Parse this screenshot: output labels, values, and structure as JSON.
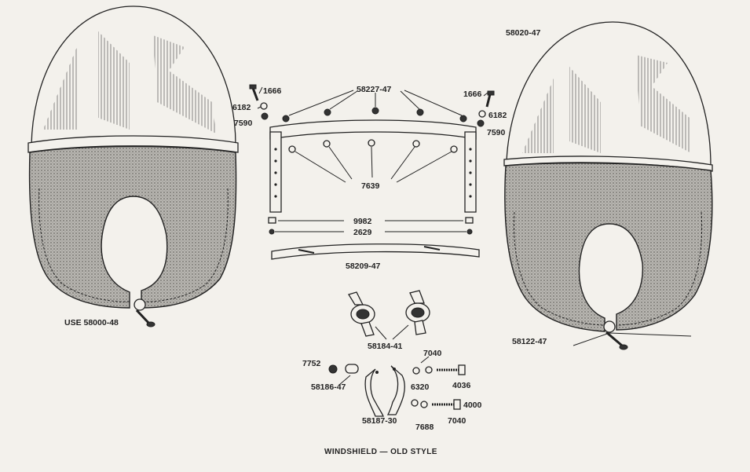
{
  "caption": "WINDSHIELD — OLD STYLE",
  "left_assembly": {
    "note": "USE 58000-48"
  },
  "right_assembly": {
    "windshield_part": "58020-47",
    "apron_part": "58122-47"
  },
  "hardware_left": {
    "bolt": "1666",
    "washer": "6182",
    "nut": "7590"
  },
  "hardware_right": {
    "bolt": "1666",
    "washer": "6182",
    "nut": "7590"
  },
  "frame": {
    "brackets": "58227-47",
    "screws": "7639",
    "clip": "9982",
    "screw_lower": "2629",
    "trim_strip": "58209-47"
  },
  "clamps": {
    "clamp": "58184-41",
    "washer_top": "7040",
    "lockwasher": "6320",
    "bolt_top": "4036",
    "nut_left": "7752",
    "spacer": "58186-47",
    "strap": "58187-30",
    "bolt_bottom": "4000",
    "washer_bottom": "7040",
    "nut_bottom": "7688"
  }
}
